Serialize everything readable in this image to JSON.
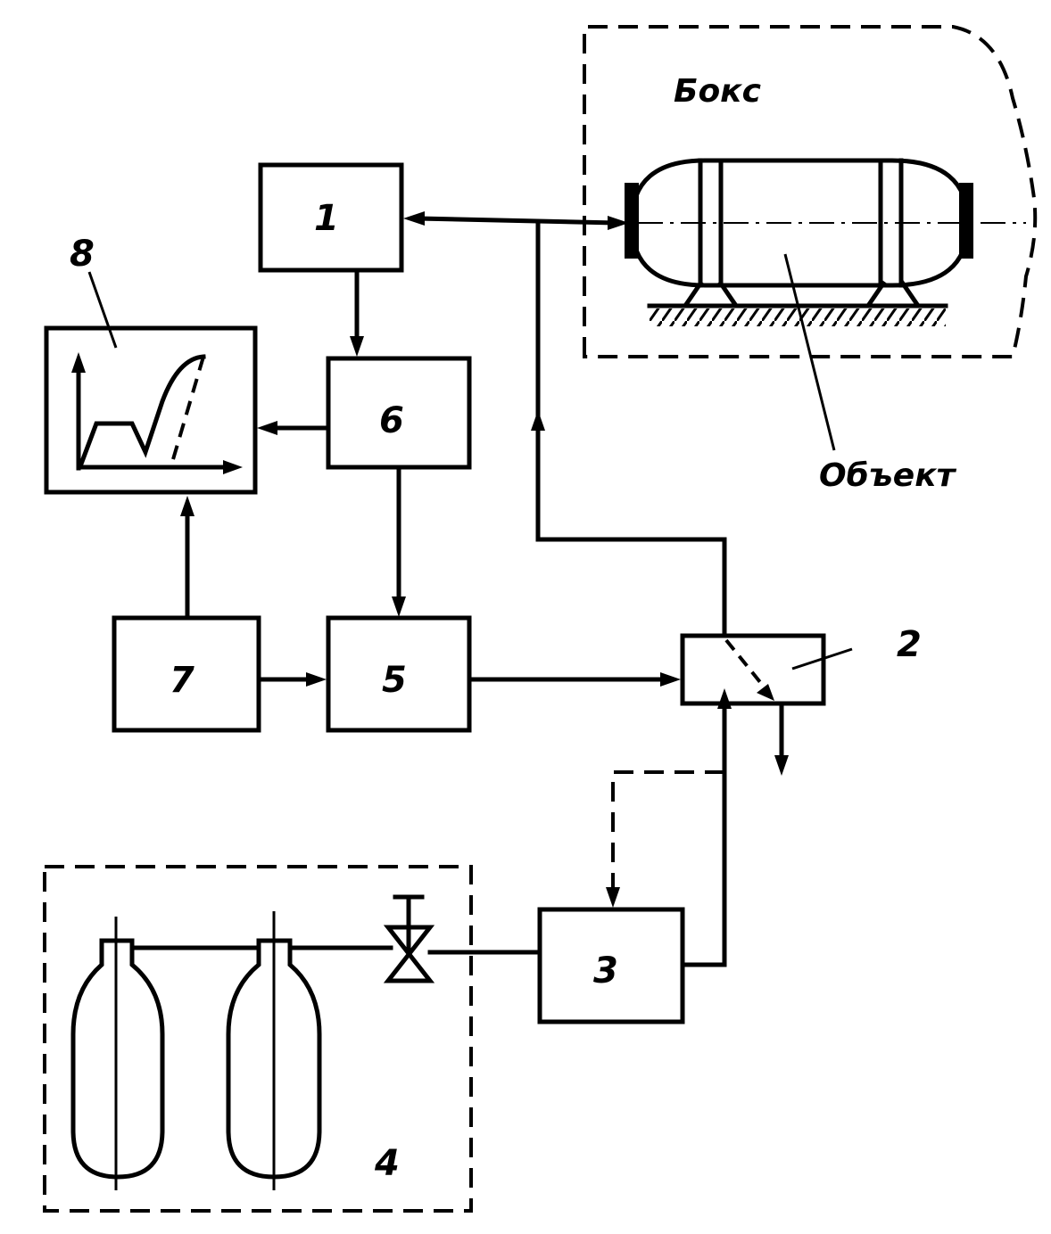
{
  "labels": {
    "box": "Бокс",
    "object": "Объект",
    "b1": "1",
    "b2": "2",
    "b3": "3",
    "b4": "4",
    "b5": "5",
    "b6": "6",
    "b7": "7",
    "b8": "8"
  }
}
